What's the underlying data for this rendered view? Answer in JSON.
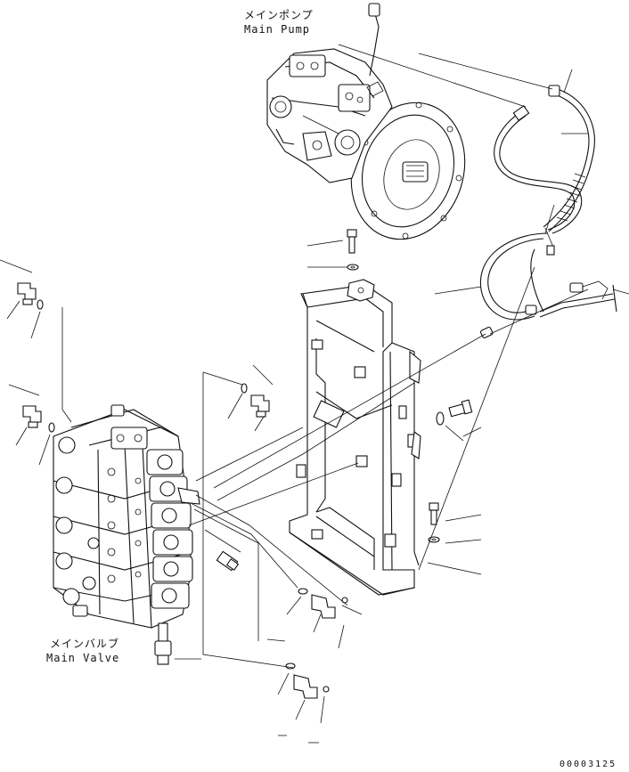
{
  "labels": {
    "main_pump_jp": "メインポンプ",
    "main_pump_en": "Main Pump",
    "main_valve_jp": "メインバルブ",
    "main_valve_en": "Main Valve",
    "drawing_number": "00003125"
  },
  "icons": [
    "main-pump",
    "main-valve",
    "bracket",
    "hose",
    "elbow-fitting",
    "o-ring",
    "bolt",
    "washer",
    "sensor"
  ]
}
